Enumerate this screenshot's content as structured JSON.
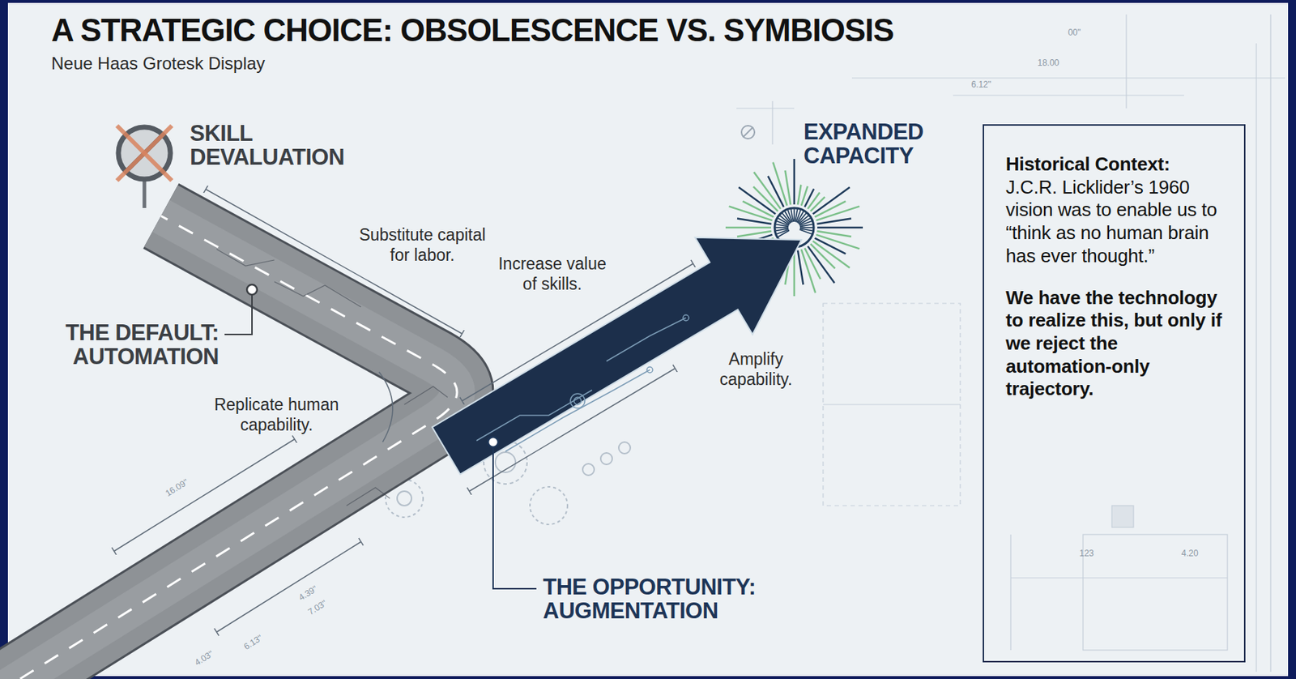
{
  "diagram": {
    "title": "A STRATEGIC CHOICE: OBSOLESCENCE VS. SYMBIOSIS",
    "nodes": [
      {
        "text": [
          "Historical Context:",
          "J.C.R. Licklider’s 1960 vision was to enable us to “think as no human brain has ever thought.”",
          "We have the technology to realize this, but only if we reject the automation-only trajectory."
        ]
      }
    ],
    "labels": [
      "Neue Haas Grotesk Display",
      "SKILL DEVALUATION",
      "EXPANDED CAPACITY",
      "Substitute capital for labor.",
      "Increase value of skills.",
      "THE DEFAULT: AUTOMATION",
      "Amplify capability.",
      "Replicate human capability.",
      "THE OPPORTUNITY: AUGMENTATION",
      "00\"",
      "18.00",
      "6.12\"",
      "16.09\"",
      "4.39\"",
      "7.03\"",
      "6.13\"",
      "4.03\"",
      "123",
      "4.20"
    ]
  }
}
